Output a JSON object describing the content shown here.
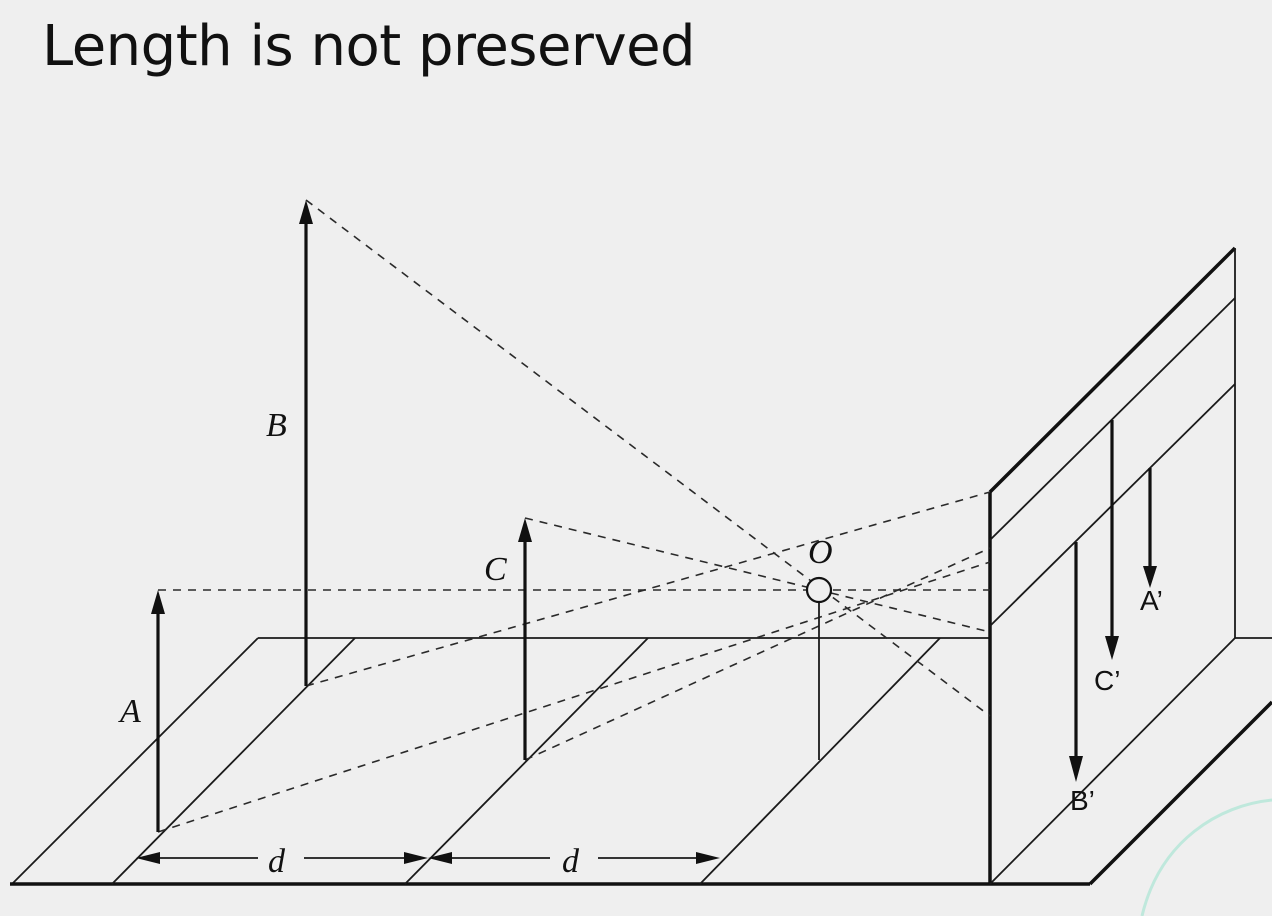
{
  "slide": {
    "title": "Length is not preserved"
  },
  "diagram": {
    "labels": {
      "a": "A",
      "b": "B",
      "c": "C",
      "o": "O",
      "a_image": "A’",
      "b_image": "B’",
      "c_image": "C’",
      "distance_1": "d",
      "distance_2": "d"
    }
  },
  "colors": {
    "background": "#efefef",
    "ink": "#111111",
    "corner_accent": "#bfe8dc"
  }
}
